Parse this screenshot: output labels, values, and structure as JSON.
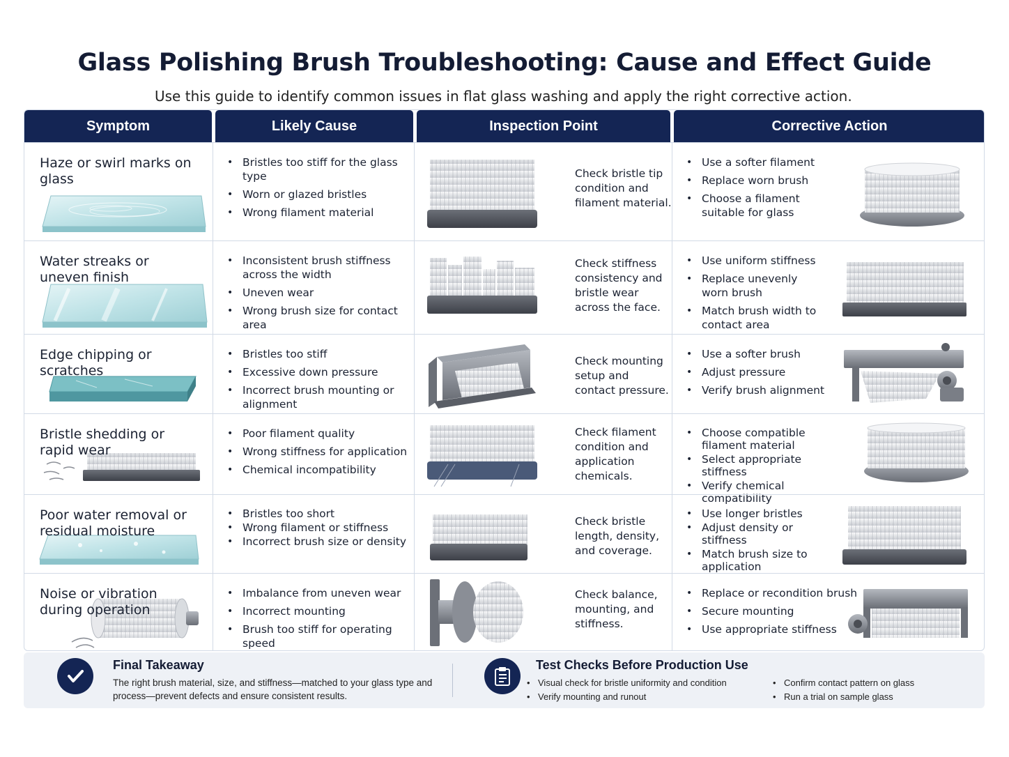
{
  "title": "Glass Polishing Brush Troubleshooting: Cause and Effect Guide",
  "subtitle": "Use this guide to identify common issues in flat glass washing and apply the right corrective action.",
  "headers": [
    "Symptom",
    "Likely Cause",
    "Inspection Point",
    "Corrective Action"
  ],
  "rows": [
    {
      "symptom": "Haze or swirl marks on glass",
      "causes": [
        "Bristles too stiff for the glass type",
        "Worn or glazed bristles",
        "Wrong filament material"
      ],
      "inspection": "Check bristle tip condition and filament material.",
      "actions": [
        "Use a softer filament",
        "Replace worn brush",
        "Choose a filament suitable for glass"
      ]
    },
    {
      "symptom": "Water streaks or uneven finish",
      "causes": [
        "Inconsistent brush stiffness across the width",
        "Uneven wear",
        "Wrong brush size for contact area"
      ],
      "inspection": "Check stiffness consistency and bristle wear across the face.",
      "actions": [
        "Use uniform stiffness",
        "Replace unevenly worn brush",
        "Match brush width to contact area"
      ]
    },
    {
      "symptom": "Edge chipping or scratches",
      "causes": [
        "Bristles too stiff",
        "Excessive down pressure",
        "Incorrect brush mounting or alignment"
      ],
      "inspection": "Check mounting setup and contact pressure.",
      "actions": [
        "Use a softer brush",
        "Adjust pressure",
        "Verify brush alignment"
      ]
    },
    {
      "symptom": "Bristle shedding or rapid wear",
      "causes": [
        "Poor filament quality",
        "Wrong stiffness for application",
        "Chemical incompatibility"
      ],
      "inspection": "Check filament condition and application chemicals.",
      "actions": [
        "Choose compatible filament material",
        "Select appropriate stiffness",
        "Verify chemical compatibility"
      ]
    },
    {
      "symptom": "Poor water removal or residual moisture",
      "causes": [
        "Bristles too short",
        "Wrong filament or stiffness",
        "Incorrect brush size or density"
      ],
      "inspection": "Check bristle length, density, and coverage.",
      "actions": [
        "Use longer bristles",
        "Adjust density or stiffness",
        "Match brush size to application"
      ]
    },
    {
      "symptom": "Noise or vibration during operation",
      "causes": [
        "Imbalance from uneven wear",
        "Incorrect mounting",
        "Brush too stiff for operating speed"
      ],
      "inspection": "Check balance, mounting, and stiffness.",
      "actions": [
        "Replace or recondition brush",
        "Secure mounting",
        "Use appropriate stiffness"
      ]
    }
  ],
  "footer": {
    "takeaway_title": "Final Takeaway",
    "takeaway_text": "The right brush material, size, and stiffness—matched to your glass type and process—prevent defects and ensure consistent results.",
    "checks_title": "Test Checks Before Production Use",
    "checks_left": [
      "Visual check for bristle uniformity and condition",
      "Verify mounting and runout"
    ],
    "checks_right": [
      "Confirm contact pattern on glass",
      "Run a trial on sample glass"
    ]
  },
  "colors": {
    "header_bg": "#142554",
    "border": "#d2dae6",
    "footer_bg": "#eef1f6"
  },
  "icons": [
    "checkmark-icon",
    "clipboard-icon"
  ]
}
